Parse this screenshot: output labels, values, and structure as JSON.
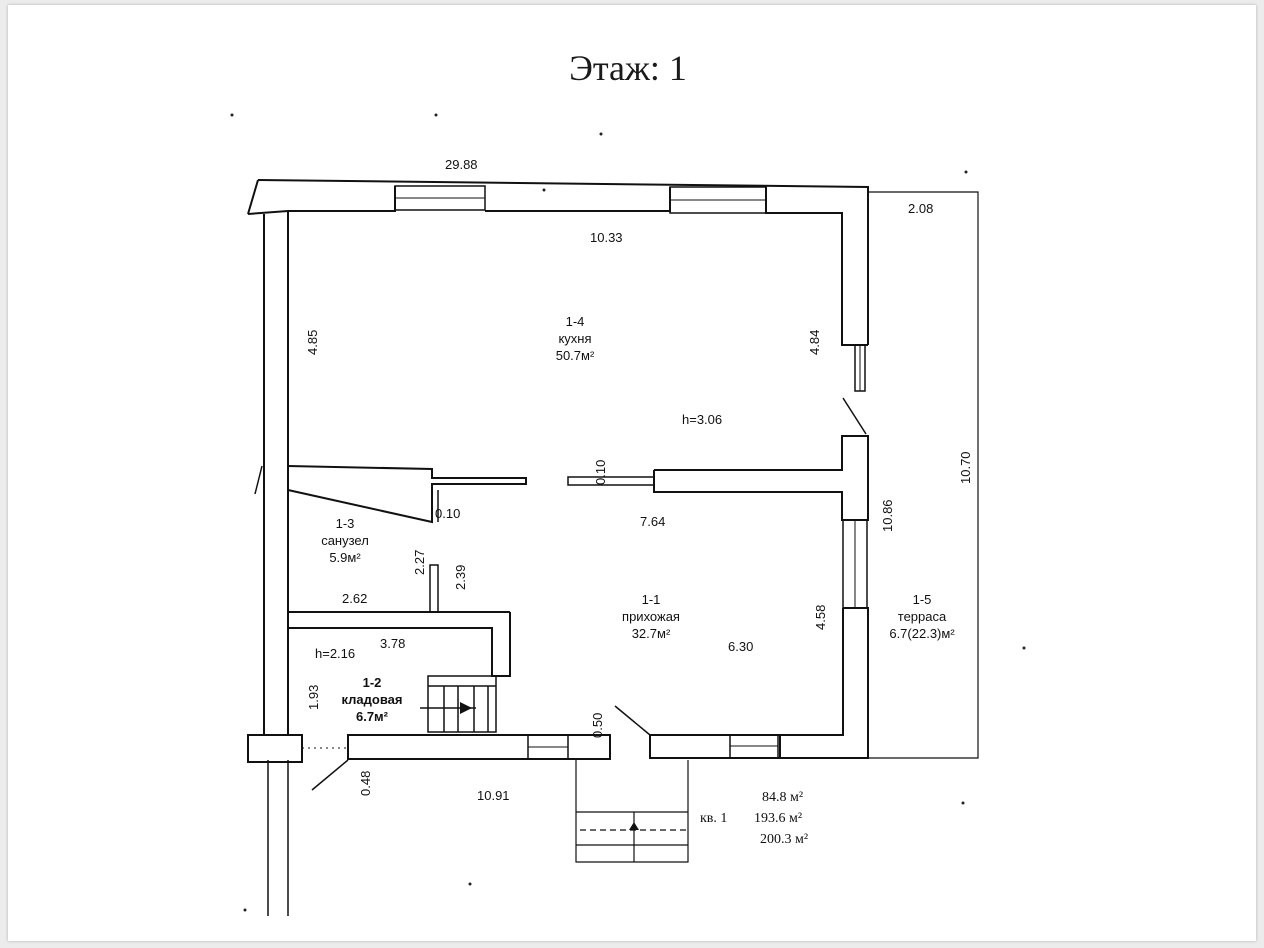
{
  "title": "Этаж: 1",
  "rooms": {
    "kitchen": {
      "id": "1-4",
      "name": "кухня",
      "area": "50.7м²"
    },
    "bathroom": {
      "id": "1-3",
      "name": "санузел",
      "area": "5.9м²"
    },
    "storage": {
      "id": "1-2",
      "name": "кладовая",
      "area": "6.7м²"
    },
    "hallway": {
      "id": "1-1",
      "name": "прихожая",
      "area": "32.7м²"
    },
    "terrace": {
      "id": "1-5",
      "name": "терраса",
      "area": "6.7(22.3)м²"
    }
  },
  "heights": {
    "main": "h=3.06",
    "storage": "h=2.16"
  },
  "dimensions": {
    "top_total": "29.88",
    "kitchen_width": "10.33",
    "terrace_top": "2.08",
    "left_kitchen": "4.85",
    "right_kitchen": "4.84",
    "terrace_height": "10.70",
    "east_wall": "10.86",
    "partition_short": "0.10",
    "partition_center": "0.10",
    "hallway_width": "7.64",
    "bath_height_a": "2.27",
    "bath_height_b": "2.39",
    "bath_width": "2.62",
    "storage_width": "3.78",
    "storage_height": "1.93",
    "hallway_right": "4.58",
    "hallway_depth": "6.30",
    "door_gap": "0.50",
    "south_wall": "0.48",
    "bottom_total": "10.91"
  },
  "summary": {
    "label": "кв. 1",
    "area_1": "84.8 м²",
    "area_2": "193.6 м²",
    "area_3": "200.3 м²"
  }
}
